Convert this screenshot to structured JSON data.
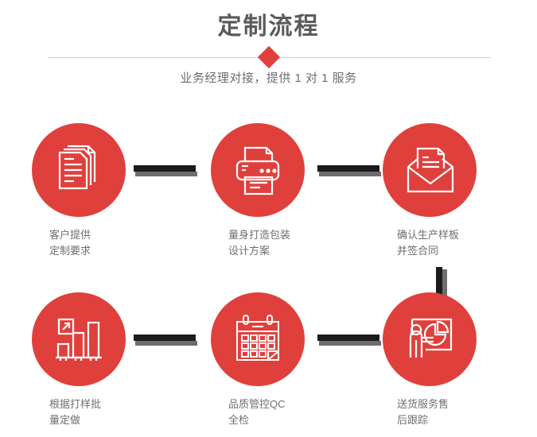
{
  "header": {
    "title": "定制流程",
    "subtitle": "业务经理对接，提供 1 对 1 服务"
  },
  "theme": {
    "accent_red": "#e0403c",
    "connector_dark": "#1b1b1b",
    "connector_shadow": "#6d6d6d",
    "title_color": "#5b5b5b",
    "label_color": "#6f6f6f",
    "divider_color": "#c9c9c9",
    "background": "#ffffff"
  },
  "flow": {
    "steps": [
      {
        "index": 1,
        "icon": "documents-stack-icon",
        "label": "客户提供\n定制要求"
      },
      {
        "index": 2,
        "icon": "printer-icon",
        "label": "量身打造包装\n设计方案"
      },
      {
        "index": 3,
        "icon": "envelope-document-icon",
        "label": "确认生产样板\n并签合同"
      },
      {
        "index": 4,
        "icon": "bar-chart-growth-icon",
        "label": "根据打样批\n量定做"
      },
      {
        "index": 5,
        "icon": "calendar-icon",
        "label": "品质管控QC\n全检"
      },
      {
        "index": 6,
        "icon": "presenter-pie-chart-icon",
        "label": "送货服务售\n后跟踪"
      }
    ],
    "connectors": [
      {
        "id": "r1-1-2",
        "orientation": "horizontal"
      },
      {
        "id": "r1-2-3",
        "orientation": "horizontal"
      },
      {
        "id": "r1-3-to-r2-3",
        "orientation": "vertical"
      },
      {
        "id": "r2-1-2",
        "orientation": "horizontal"
      },
      {
        "id": "r2-2-3",
        "orientation": "horizontal"
      }
    ]
  }
}
